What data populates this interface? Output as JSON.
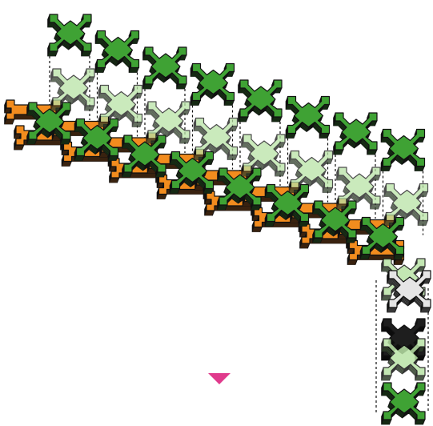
{
  "diagram": {
    "kind": "building-instruction-step",
    "pieces": {
      "top_row": {
        "count": 8,
        "color": "green"
      },
      "ghost_row": {
        "count": 8,
        "color": "light-green"
      },
      "assembled_orange": {
        "count": 8,
        "color": "orange"
      },
      "assembled_green": {
        "count": 8,
        "color": "green"
      },
      "end_column": [
        "light-green",
        "grey",
        "black",
        "light-green",
        "green"
      ]
    },
    "colors": {
      "green_face": "#3fa234",
      "green_side": "#27741f",
      "green_top": "#6cc35a",
      "lightgreen_face": "#b9e3a6",
      "lightgreen_side": "#8cc978",
      "orange_face": "#f28c1e",
      "orange_side": "#b45a0c",
      "grey_face": "#e5e5e5",
      "grey_side": "#b0b0b0",
      "black_face": "#1e1e1e",
      "black_side": "#000000",
      "arrow": "#e03a8c",
      "outline": "#111111"
    },
    "arrow_direction": "down"
  }
}
